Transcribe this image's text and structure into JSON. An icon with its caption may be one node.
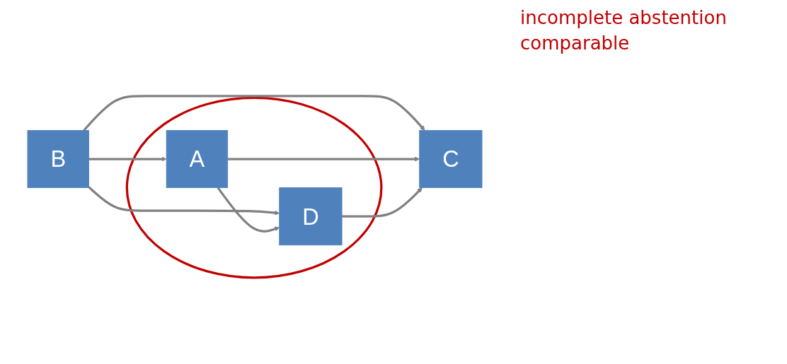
{
  "diagram": {
    "nodes": [
      {
        "text": [
          "B"
        ]
      },
      {
        "text": [],
        "shape": "circle"
      },
      {
        "text": [
          "A"
        ],
        "in": 1
      },
      {
        "text": [
          "D"
        ],
        "in": 1
      },
      {
        "text": [
          "C"
        ]
      }
    ],
    "edges": [
      {
        "from": 0,
        "to": 2,
        "arrow": "to"
      },
      {
        "from": 0,
        "to": 4,
        "arrow": "to"
      },
      {
        "from": 0,
        "to": 3,
        "arrow": "to"
      },
      {
        "from": 2,
        "to": 3,
        "arrow": "to"
      },
      {
        "from": 2,
        "to": 4,
        "arrow": "to"
      },
      {
        "from": 3,
        "to": 4,
        "arrow": "to"
      }
    ],
    "labels": [
      "incomplete abstention",
      "comparable"
    ]
  }
}
